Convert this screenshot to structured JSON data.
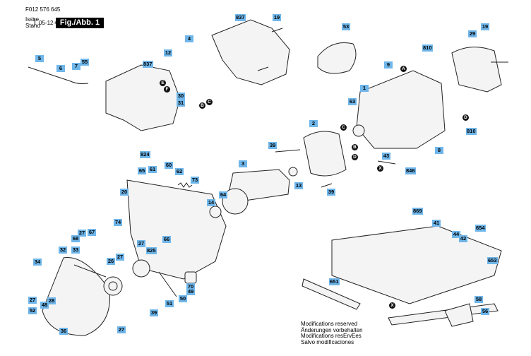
{
  "header": {
    "doc_number": "F012 576 645",
    "issue_label": "Issue",
    "stand_label": "Stand",
    "date": "05-12-07",
    "figure_label": "Fig./Abb. 1"
  },
  "parts": [
    "837",
    "19",
    "53",
    "12",
    "4",
    "5",
    "7",
    "55",
    "6",
    "837",
    "E",
    "F",
    "30",
    "31",
    "B",
    "C",
    "810",
    "29",
    "19",
    "9",
    "A",
    "1",
    "63",
    "2",
    "C",
    "B",
    "D",
    "39",
    "43",
    "X",
    "D",
    "810",
    "8",
    "3",
    "13",
    "39",
    "824",
    "60",
    "61",
    "65",
    "62",
    "73",
    "64",
    "14",
    "20",
    "846",
    "869",
    "41",
    "654",
    "74",
    "67",
    "27",
    "68",
    "66",
    "27",
    "825",
    "44",
    "42",
    "653",
    "32",
    "33",
    "26",
    "27",
    "34",
    "27",
    "70",
    "50",
    "51",
    "39",
    "49",
    "651",
    "58",
    "52",
    "48",
    "28",
    "36",
    "27",
    "X",
    "56"
  ],
  "footer": {
    "line1": "Modifications reserved",
    "line2": "Ӓnderungen vorbehalten",
    "line3": "Modifications resErvEes",
    "line4": "Salvo modificaciones"
  },
  "colors": {
    "callout_bg": "#6fb6ea",
    "letter_bg": "#111111",
    "line": "#222222",
    "part_fill": "#f4f4f4"
  }
}
